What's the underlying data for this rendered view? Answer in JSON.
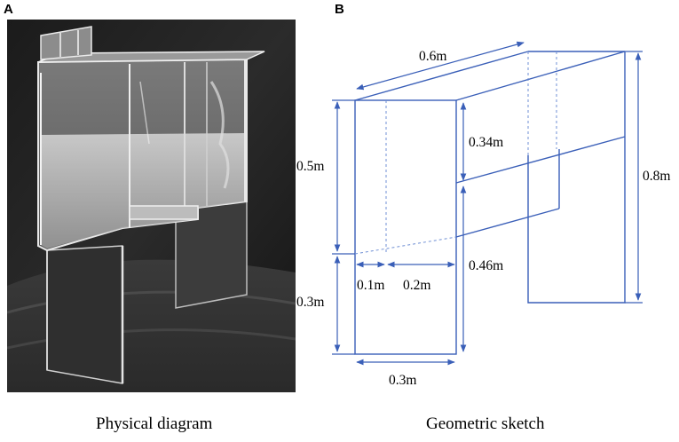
{
  "panels": {
    "a": {
      "letter": "A",
      "caption": "Physical diagram"
    },
    "b": {
      "letter": "B",
      "caption": "Geometric sketch"
    }
  },
  "dimensions": {
    "top_length": "0.6m",
    "front_upper_height": "0.5m",
    "front_lower_height": "0.3m",
    "middle_upper": "0.34m",
    "middle_lower": "0.46m",
    "total_height": "0.8m",
    "bottom_inner": "0.1m",
    "bottom_mid": "0.2m",
    "front_width": "0.3m"
  },
  "colors": {
    "sketch_line": "#3a5fb8",
    "dash_line": "#6f8fd4"
  }
}
